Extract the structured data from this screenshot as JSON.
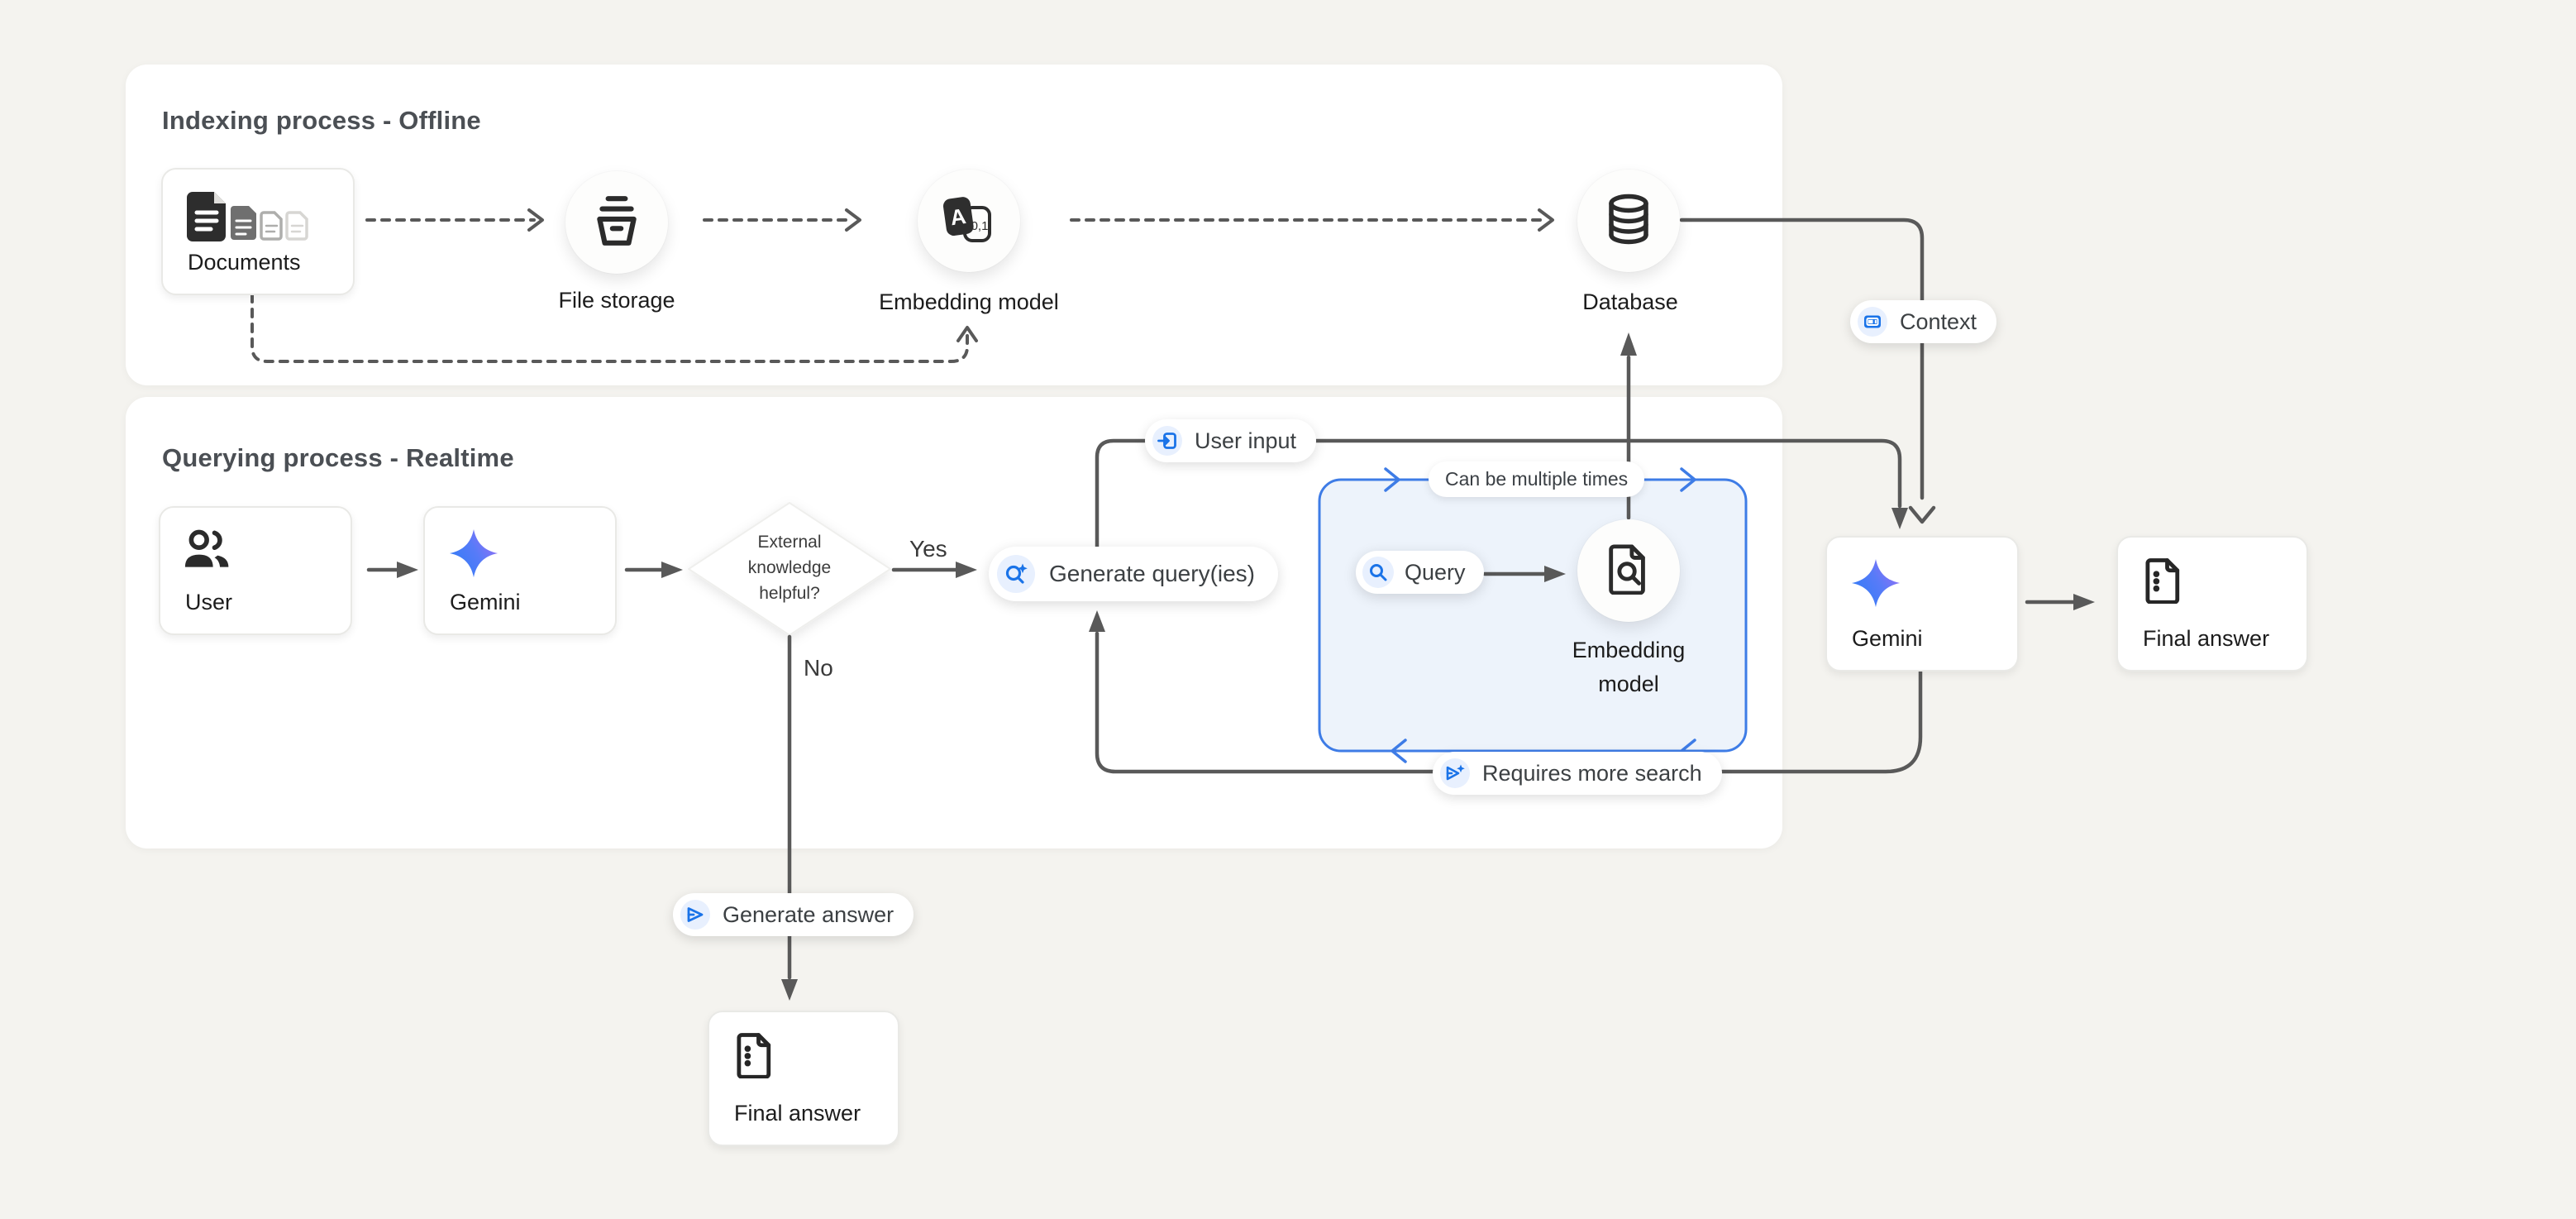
{
  "panels": {
    "indexing": {
      "title": "Indexing process - Offline"
    },
    "querying": {
      "title": "Querying process - Realtime"
    }
  },
  "nodes": {
    "documents": {
      "label": "Documents"
    },
    "file_storage": {
      "label": "File storage"
    },
    "embedding_model_offline": {
      "label": "Embedding model"
    },
    "database": {
      "label": "Database"
    },
    "user": {
      "label": "User"
    },
    "gemini_query": {
      "label": "Gemini"
    },
    "decision": {
      "label": "External knowledge helpful?"
    },
    "generate_queries": {
      "label": "Generate query(ies)"
    },
    "query": {
      "label": "Query"
    },
    "embedding_model_online": {
      "label": "Embedding model"
    },
    "gemini_answer": {
      "label": "Gemini"
    },
    "final_answer_right": {
      "label": "Final answer"
    },
    "final_answer_bottom": {
      "label": "Final answer"
    }
  },
  "badges": {
    "context": {
      "label": "Context"
    },
    "user_input": {
      "label": "User input"
    },
    "requires_more_search": {
      "label": "Requires more search"
    },
    "generate_answer": {
      "label": "Generate answer"
    },
    "can_be_multiple_times": {
      "label": "Can be multiple times"
    }
  },
  "edge_labels": {
    "yes": "Yes",
    "no": "No"
  },
  "colors": {
    "page_background": "#f4f3ef",
    "accent_blue": "#1a73e8",
    "loop_container_border": "#3e7ce6",
    "loop_container_fill": "#edf3fb",
    "line_gray": "#595959",
    "icon_chip_blue": "#e8f0fe"
  }
}
